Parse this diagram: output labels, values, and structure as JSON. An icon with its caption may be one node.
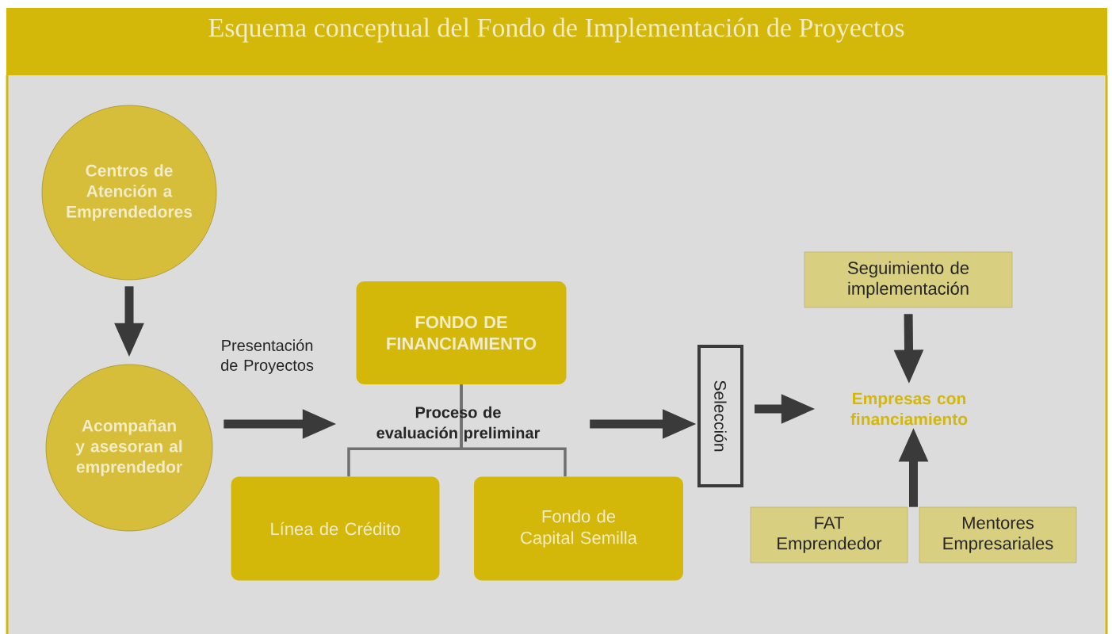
{
  "diagram": {
    "title": "Esquema conceptual del Fondo de Implementación de Proyectos",
    "nodes": [
      {
        "text": [
          "Centros de Atención a Emprendedores"
        ]
      },
      {
        "text": [
          "Acompañan y asesoran al emprendedor"
        ]
      },
      {
        "text": [
          "FONDO DE FINANCIAMIENTO"
        ]
      },
      {
        "text": [
          "Proceso de evaluación preliminar"
        ]
      },
      {
        "text": [
          "Línea de Crédito"
        ]
      },
      {
        "text": [
          "Fondo de Capital Semilla"
        ]
      },
      {
        "text": [
          "Selección"
        ]
      },
      {
        "text": [
          "Seguimiento de implementación"
        ]
      },
      {
        "text": [
          "Empresas con financiamiento"
        ]
      },
      {
        "text": [
          "FAT Emprendedor"
        ]
      },
      {
        "text": [
          "Mentores Empresariales"
        ]
      }
    ],
    "edges": [
      {
        "from": 0,
        "to": 1,
        "arrow": "to"
      },
      {
        "from": 1,
        "to": 3,
        "arrow": "to",
        "label": "Presentación de Proyectos"
      },
      {
        "from": 2,
        "to": 4,
        "arrow": "none",
        "color": "#707070"
      },
      {
        "from": 2,
        "to": 5,
        "arrow": "none",
        "color": "#707070"
      },
      {
        "from": 3,
        "to": 6,
        "arrow": "to"
      },
      {
        "from": 6,
        "to": 8,
        "arrow": "to"
      },
      {
        "from": 7,
        "to": 8,
        "arrow": "to"
      },
      {
        "from": 9,
        "to": 8,
        "arrow": "to"
      },
      {
        "from": 10,
        "to": 8,
        "arrow": "to"
      }
    ]
  }
}
